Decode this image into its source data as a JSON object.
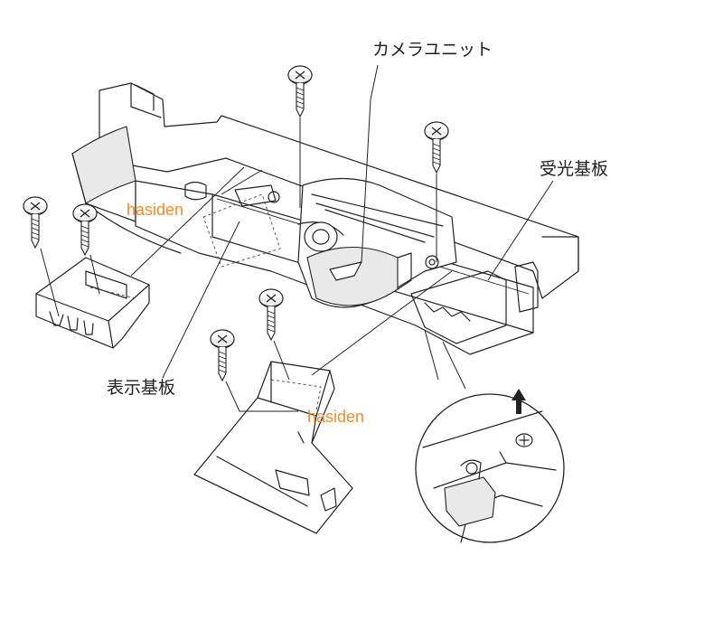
{
  "labels": {
    "camera_unit": "カメラユニット",
    "receiver_board": "受光基板",
    "display_board": "表示基板"
  },
  "watermarks": [
    "hasiden",
    "hasiden"
  ],
  "colors": {
    "line": "#222222",
    "watermark": "#f28c28",
    "background": "#ffffff"
  },
  "icons": [
    "screw-icon",
    "arrow-up-icon"
  ]
}
